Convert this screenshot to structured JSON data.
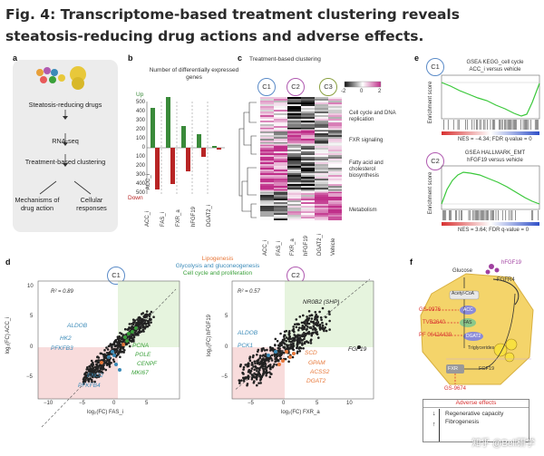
{
  "figure": {
    "title": "Fig. 4: Transcriptome-based treatment clustering reveals steatosis-reducing drug actions and adverse effects."
  },
  "panel_a": {
    "label": "a",
    "steps": [
      "Steatosis-reducing drugs",
      "RNA-seq",
      "Treatment-based clustering",
      "Mechanisms of drug action",
      "Cellular responses"
    ]
  },
  "panel_b": {
    "label": "b",
    "title": "Number of differentially expressed genes",
    "up_label": "Up",
    "down_label": "Down",
    "drugs": [
      "ACC_i",
      "FAS_i",
      "FXR_a",
      "hFGF19",
      "DGAT2_i"
    ],
    "ticks": [
      "500",
      "400",
      "300",
      "200",
      "100",
      "0",
      "100",
      "200",
      "300",
      "400",
      "500"
    ]
  },
  "panel_c": {
    "label": "c",
    "title": "Treatment-based clustering",
    "clusters": [
      "C1",
      "C2",
      "C3"
    ],
    "scale": [
      "-2",
      "0",
      "2"
    ],
    "rows": [
      "Cell cycle and DNA replication",
      "FXR signaling",
      "Fatty acid and cholesterol biosynthesis",
      "Metabolism"
    ],
    "columns": [
      "ACC_i",
      "FAS_i",
      "FXR_a",
      "hFGF19",
      "DGAT2_i",
      "Vehicle"
    ]
  },
  "panel_e": {
    "label": "e",
    "ylabel": "Enrichment score",
    "plots": [
      {
        "cluster": "C1",
        "title1": "GSEA KEGG_cell cycle",
        "title2": "ACC_i versus vehicle",
        "stats": "NES = −4.34; FDR q-value = 0"
      },
      {
        "cluster": "C2",
        "title1": "GSEA HALLMARK_EMT",
        "title2": "hFGF19 versus vehicle",
        "stats": "NES = 3.64; FDR q-value = 0"
      }
    ]
  },
  "panel_d": {
    "label": "d",
    "legend": [
      "Lipogenesis",
      "Glycolysis and gluconeogenesis",
      "Cell cycle and proliferation"
    ],
    "left": {
      "cluster": "C1",
      "r2": "R² = 0.89",
      "xlabel": "log₂(FC) FAS_i",
      "ylabel": "log₂(FC) ACC_i",
      "xticks": [
        "−10",
        "−5",
        "0",
        "5"
      ],
      "yticks": [
        "10",
        "5",
        "0",
        "−5"
      ],
      "genes": [
        "ALDOB",
        "HK2",
        "PFKFB3",
        "ENO2",
        "PFKFB4",
        "PCNA",
        "POLE",
        "CENPF",
        "MKI67"
      ]
    },
    "right": {
      "cluster": "C2",
      "r2": "R² = 0.57",
      "xlabel": "log₂(FC) FXR_a",
      "ylabel": "log₂(FC) hFGF19",
      "xticks": [
        "−5",
        "0",
        "5",
        "10"
      ],
      "yticks": [
        "5",
        "0",
        "−5"
      ],
      "genes": [
        "NR0B2 (SHP)",
        "ALDOB",
        "PCK1",
        "SCD",
        "GPAM",
        "ACSS2",
        "DGAT2",
        "FGF19"
      ]
    }
  },
  "panel_f": {
    "label": "f",
    "top": [
      "hFGF19",
      "Glucose",
      "FGFR4"
    ],
    "inner": [
      "Acetyl-CoA",
      "ACC",
      "FAS",
      "DGAT2",
      "Triglycerides",
      "FXR",
      "FGF19"
    ],
    "drugs": [
      "GS-0976",
      "TVB2640",
      "PF 06424439",
      "GS-9674"
    ],
    "adverse_title": "Adverse effects",
    "adverse": [
      "Regenerative capacity",
      "Fibrogenesis"
    ]
  },
  "watermark": "知乎 @Bell研学",
  "colors": {
    "up": "#3a8a3a",
    "down": "#b82525",
    "lipogenesis": "#e8783a",
    "glycolysis": "#3a8ab8",
    "cellcycle": "#3aa03a",
    "c1": "#5b8bc8",
    "c2": "#b05ab0",
    "c3": "#8aa040"
  }
}
